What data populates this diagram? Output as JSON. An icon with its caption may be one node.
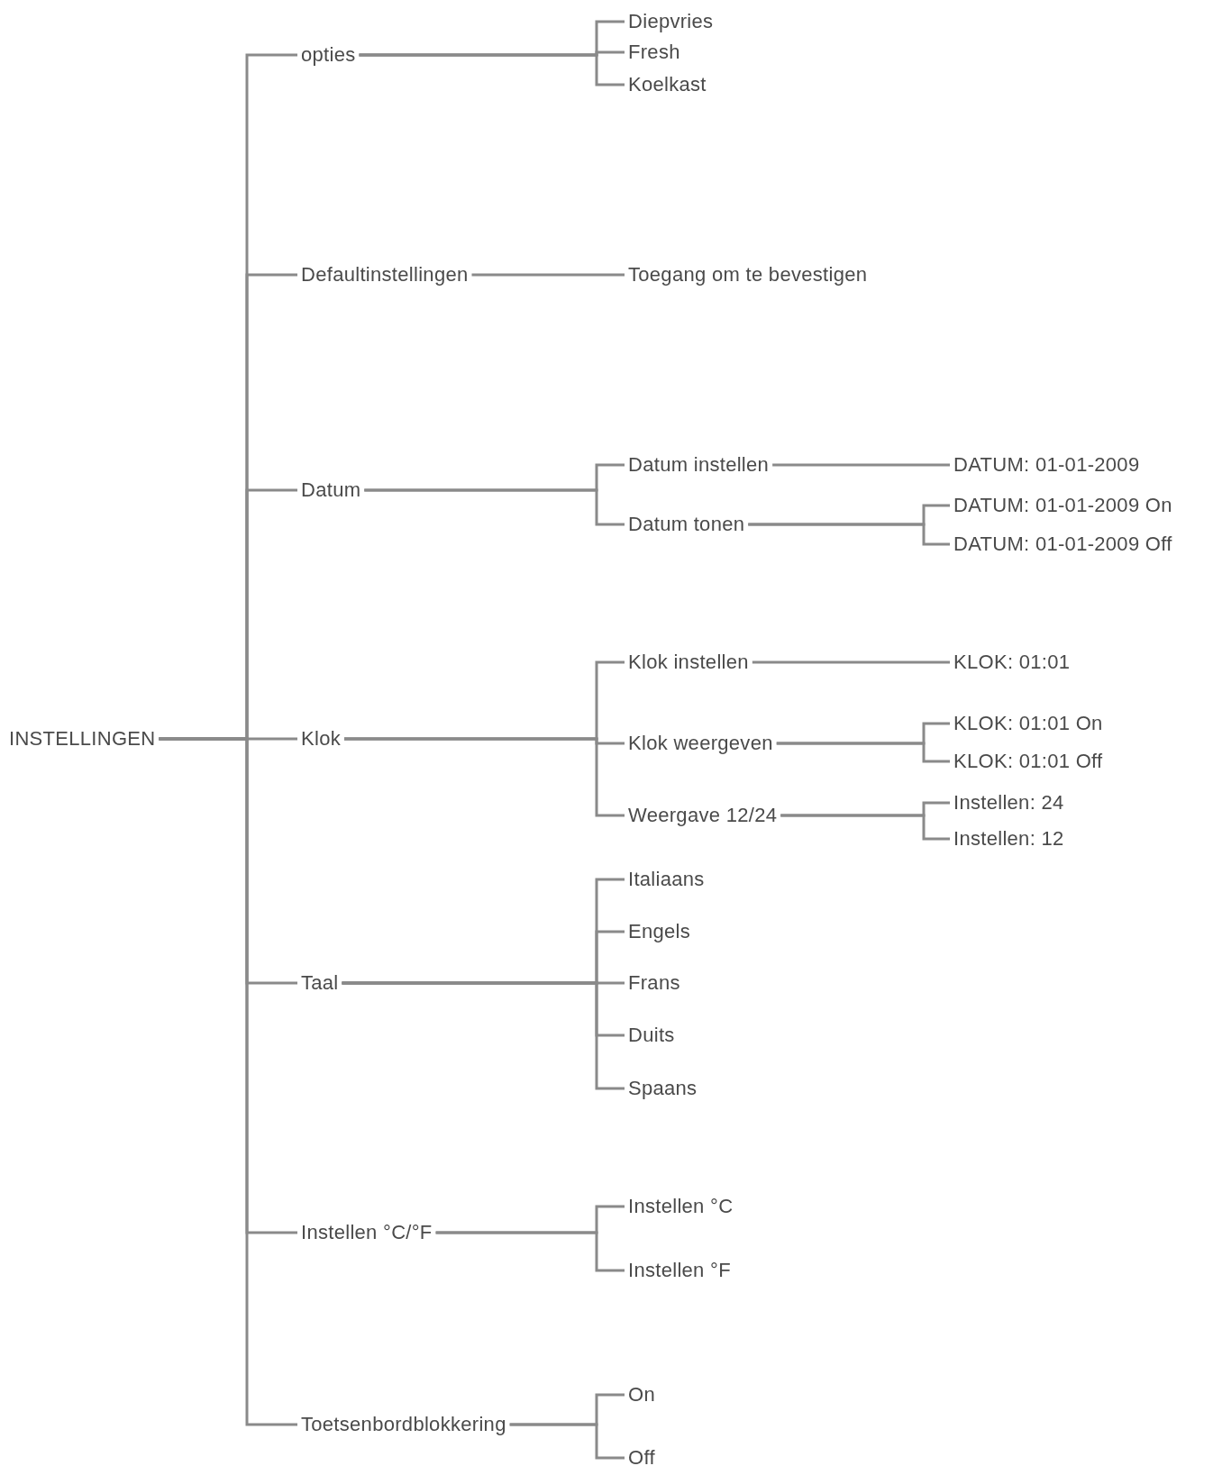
{
  "diagram": {
    "nodes": [
      {
        "text": [
          "INSTELLINGEN"
        ]
      },
      {
        "text": [
          "opties"
        ]
      },
      {
        "text": [
          "Diepvries"
        ]
      },
      {
        "text": [
          "Fresh"
        ]
      },
      {
        "text": [
          "Koelkast"
        ]
      },
      {
        "text": [
          "Defaultinstellingen"
        ]
      },
      {
        "text": [
          "Toegang om te bevestigen"
        ]
      },
      {
        "text": [
          "Datum"
        ]
      },
      {
        "text": [
          "Datum instellen"
        ]
      },
      {
        "text": [
          "DATUM: 01-01-2009"
        ]
      },
      {
        "text": [
          "Datum tonen"
        ]
      },
      {
        "text": [
          "DATUM: 01-01-2009 On"
        ]
      },
      {
        "text": [
          "DATUM: 01-01-2009 Off"
        ]
      },
      {
        "text": [
          "Klok"
        ]
      },
      {
        "text": [
          "Klok instellen"
        ]
      },
      {
        "text": [
          "KLOK: 01:01"
        ]
      },
      {
        "text": [
          "Klok weergeven"
        ]
      },
      {
        "text": [
          "KLOK: 01:01 On"
        ]
      },
      {
        "text": [
          "KLOK: 01:01 Off"
        ]
      },
      {
        "text": [
          "Weergave 12/24"
        ]
      },
      {
        "text": [
          "Instellen: 24"
        ]
      },
      {
        "text": [
          "Instellen: 12"
        ]
      },
      {
        "text": [
          "Taal"
        ]
      },
      {
        "text": [
          "Italiaans"
        ]
      },
      {
        "text": [
          "Engels"
        ]
      },
      {
        "text": [
          "Frans"
        ]
      },
      {
        "text": [
          "Duits"
        ]
      },
      {
        "text": [
          "Spaans"
        ]
      },
      {
        "text": [
          "Instellen °C/°F"
        ]
      },
      {
        "text": [
          "Instellen °C"
        ]
      },
      {
        "text": [
          "Instellen °F"
        ]
      },
      {
        "text": [
          "Toetsenbordblokkering"
        ]
      },
      {
        "text": [
          "On"
        ]
      },
      {
        "text": [
          "Off"
        ]
      }
    ],
    "edges": [
      {
        "from": 0,
        "to": 1,
        "arrow": "none"
      },
      {
        "from": 0,
        "to": 5,
        "arrow": "none"
      },
      {
        "from": 0,
        "to": 7,
        "arrow": "none"
      },
      {
        "from": 0,
        "to": 13,
        "arrow": "none"
      },
      {
        "from": 0,
        "to": 22,
        "arrow": "none"
      },
      {
        "from": 0,
        "to": 28,
        "arrow": "none"
      },
      {
        "from": 0,
        "to": 31,
        "arrow": "none"
      },
      {
        "from": 1,
        "to": 2,
        "arrow": "none"
      },
      {
        "from": 1,
        "to": 3,
        "arrow": "none"
      },
      {
        "from": 1,
        "to": 4,
        "arrow": "none"
      },
      {
        "from": 5,
        "to": 6,
        "arrow": "none"
      },
      {
        "from": 7,
        "to": 8,
        "arrow": "none"
      },
      {
        "from": 7,
        "to": 10,
        "arrow": "none"
      },
      {
        "from": 8,
        "to": 9,
        "arrow": "none"
      },
      {
        "from": 10,
        "to": 11,
        "arrow": "none"
      },
      {
        "from": 10,
        "to": 12,
        "arrow": "none"
      },
      {
        "from": 13,
        "to": 14,
        "arrow": "none"
      },
      {
        "from": 13,
        "to": 16,
        "arrow": "none"
      },
      {
        "from": 13,
        "to": 19,
        "arrow": "none"
      },
      {
        "from": 14,
        "to": 15,
        "arrow": "none"
      },
      {
        "from": 16,
        "to": 17,
        "arrow": "none"
      },
      {
        "from": 16,
        "to": 18,
        "arrow": "none"
      },
      {
        "from": 19,
        "to": 20,
        "arrow": "none"
      },
      {
        "from": 19,
        "to": 21,
        "arrow": "none"
      },
      {
        "from": 22,
        "to": 23,
        "arrow": "none"
      },
      {
        "from": 22,
        "to": 24,
        "arrow": "none"
      },
      {
        "from": 22,
        "to": 25,
        "arrow": "none"
      },
      {
        "from": 22,
        "to": 26,
        "arrow": "none"
      },
      {
        "from": 22,
        "to": 27,
        "arrow": "none"
      },
      {
        "from": 28,
        "to": 29,
        "arrow": "none"
      },
      {
        "from": 28,
        "to": 30,
        "arrow": "none"
      },
      {
        "from": 31,
        "to": 32,
        "arrow": "none"
      },
      {
        "from": 31,
        "to": 33,
        "arrow": "none"
      }
    ]
  }
}
